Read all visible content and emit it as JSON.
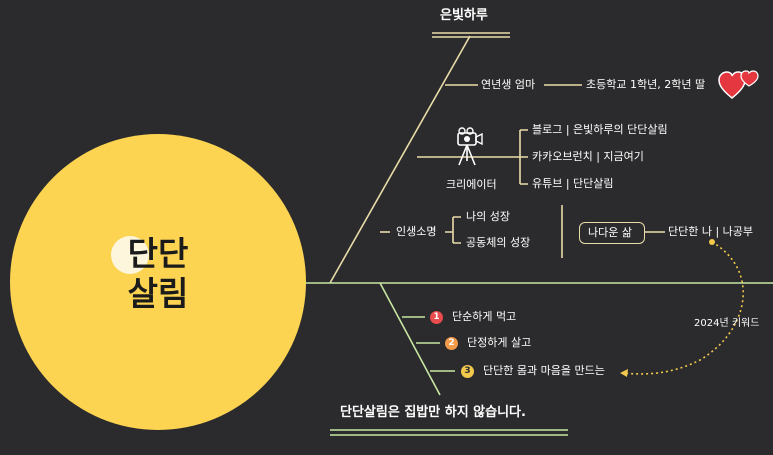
{
  "center": {
    "line1": "단단",
    "line2": "살림"
  },
  "top": {
    "title": "은빛하루"
  },
  "branch_family": {
    "label": "연년생 엄마",
    "detail": "초등학교 1학년, 2학년 딸"
  },
  "branch_creator": {
    "label": "크리에이터",
    "items": [
      "블로그 | 은빛하루의 단단살림",
      "카카오브런치 | 지금여기",
      "유튜브 | 단단살림"
    ]
  },
  "branch_mission": {
    "label": "인생소명",
    "items": [
      "나의 성장",
      "공동체의 성장"
    ],
    "pill": "나다운 삶",
    "result": "단단한 나 | 나공부"
  },
  "lower": {
    "items": [
      {
        "num": "1",
        "text": "단순하게 먹고"
      },
      {
        "num": "2",
        "text": "단정하게 살고"
      },
      {
        "num": "3",
        "text": "단단한 몸과 마음을 만드는"
      }
    ],
    "keyword_note": "2024년 키워드",
    "title": "단단살림은 집밥만 하지 않습니다."
  },
  "colors": {
    "background": "#2b2b2d",
    "circle": "#fdd451",
    "upper_lines": "#e9dca8",
    "lower_lines": "#c8e6a3",
    "arrow": "#f2c94c",
    "badge1": "#e84c4c",
    "badge2": "#f2994a",
    "badge3": "#f2c94c",
    "heart": "#e5373f"
  },
  "icons": [
    "heart-icon",
    "camera-tripod-icon"
  ]
}
